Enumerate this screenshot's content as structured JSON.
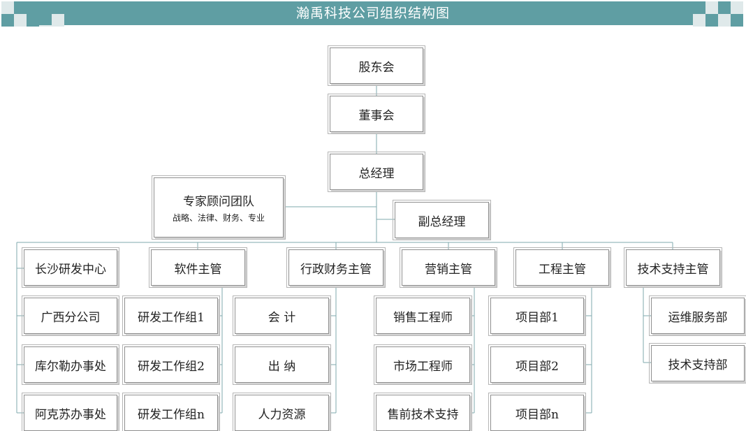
{
  "banner": {
    "title": "瀚禹科技公司组织结构图"
  },
  "colors": {
    "accent": "#5f9ea3",
    "accent_light": "#dfe9ea",
    "line": "#7fa9ad"
  },
  "nodes": {
    "shareholders": "股东会",
    "board": "董事会",
    "gm": "总经理",
    "expert_main": "专家顾问团队",
    "expert_sub": "战略、法律、财务、专业",
    "deputy_gm": "副总经理",
    "changsha": "长沙研发中心",
    "guangxi": "广西分公司",
    "korla": "库尔勒办事处",
    "aksu": "阿克苏办事处",
    "software": "软件主管",
    "dev1": "研发工作组1",
    "dev2": "研发工作组2",
    "devn": "研发工作组n",
    "admin_fin": "行政财务主管",
    "accounting": "会 计",
    "cashier": "出 纳",
    "hr": "人力资源",
    "marketing": "营销主管",
    "sales_eng": "销售工程师",
    "market_eng": "市场工程师",
    "presales": "售前技术支持",
    "engineering": "工程主管",
    "proj1": "项目部1",
    "proj2": "项目部2",
    "projn": "项目部n",
    "tech_support": "技术支持主管",
    "ops": "运维服务部",
    "tech_dept": "技术支持部"
  }
}
